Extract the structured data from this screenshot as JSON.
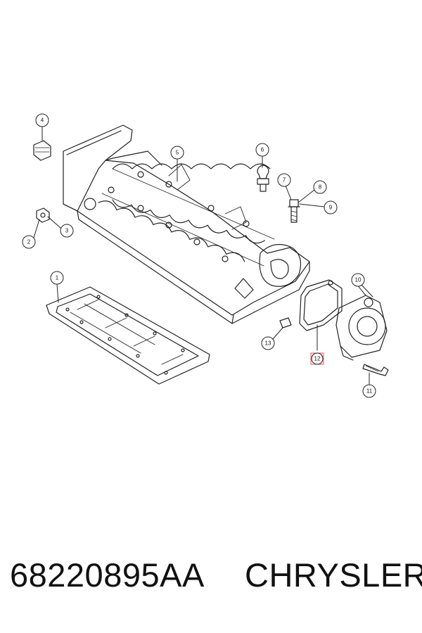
{
  "diagram": {
    "callouts": [
      {
        "id": "c4",
        "label": "4"
      },
      {
        "id": "c5",
        "label": "5"
      },
      {
        "id": "c6",
        "label": "6"
      },
      {
        "id": "c7",
        "label": "7"
      },
      {
        "id": "c8",
        "label": "8"
      },
      {
        "id": "c9",
        "label": "9"
      },
      {
        "id": "c2",
        "label": "2"
      },
      {
        "id": "c3",
        "label": "3"
      },
      {
        "id": "c1",
        "label": "1"
      },
      {
        "id": "c10",
        "label": "10"
      },
      {
        "id": "c13",
        "label": "13"
      },
      {
        "id": "c12",
        "label": "12"
      },
      {
        "id": "c11",
        "label": "11"
      }
    ],
    "highlight_color": "#e23b3b"
  },
  "footer": {
    "part_number": "68220895AA",
    "brand": "CHRYSLER"
  }
}
